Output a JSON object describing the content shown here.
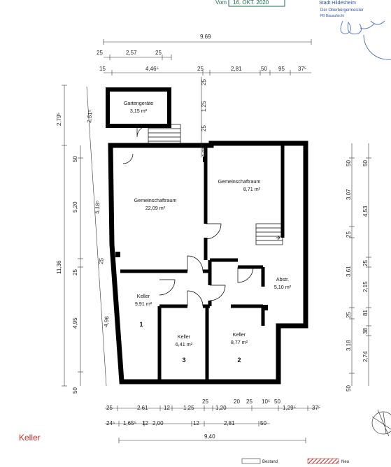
{
  "stamp": {
    "date_prefix": "Vom",
    "date": "16. OKT. 2020",
    "authority_line1": "Stadt Hildesheim",
    "authority_line2": "Der Oberbürgermeister",
    "authority_line3": "FB Bauaufsicht"
  },
  "rooms": {
    "gartengeraete": {
      "name": "Gartengeräte",
      "area": "3,15 m²"
    },
    "gemeinschaftsraum_gross": {
      "name": "Gemeinschaftraum",
      "area": "22,09 m²"
    },
    "gemeinschaftsraum_klein": {
      "name": "Gemeinschaftraum",
      "area": "8,71 m²"
    },
    "abstr": {
      "name": "Abstr.",
      "area": "5,10 m²"
    },
    "keller1": {
      "name": "Keller",
      "area": "9,91 m²",
      "number": "1"
    },
    "keller3": {
      "name": "Keller",
      "area": "6,41 m²",
      "number": "3"
    },
    "keller2": {
      "name": "Keller",
      "area": "8,77 m²",
      "number": "2"
    }
  },
  "dims_top": {
    "total": "9.69",
    "r1": [
      "25",
      "2,57",
      "25"
    ],
    "r2": [
      "15",
      "4,46⁵",
      "25",
      "2,81",
      "50",
      "95",
      "37⁵"
    ]
  },
  "dims_bottom": {
    "r1": [
      "25",
      "2,61",
      "12",
      "1,25",
      "25",
      "1,20",
      "20",
      "25",
      "10⁵",
      "50",
      "1,29⁵",
      "37⁵"
    ],
    "r2": [
      "24⁵",
      "1,65⁵",
      "12",
      "2,00",
      "12",
      "2,81",
      "50"
    ],
    "total": "9,40"
  },
  "dims_left": {
    "outer": [
      "2,79⁵",
      "11,36"
    ],
    "diagonal": [
      "2,51⁵",
      "5,18⁵",
      "25",
      "4,96"
    ],
    "inner": [
      "50",
      "5,20",
      "25",
      "4,95",
      "50"
    ]
  },
  "dims_right": {
    "inner": [
      "50",
      "3,07",
      "25",
      "3,61",
      "25",
      "3,18",
      "50"
    ],
    "outer": [
      "50",
      "4,53",
      "25",
      "2,15",
      "81",
      "38",
      "2,74"
    ]
  },
  "dims_internal": [
    "25",
    "1,25",
    "25",
    "1,03"
  ],
  "legend": {
    "bestand": "Bestand",
    "neu": "Neu"
  },
  "floor_label": "Keller"
}
